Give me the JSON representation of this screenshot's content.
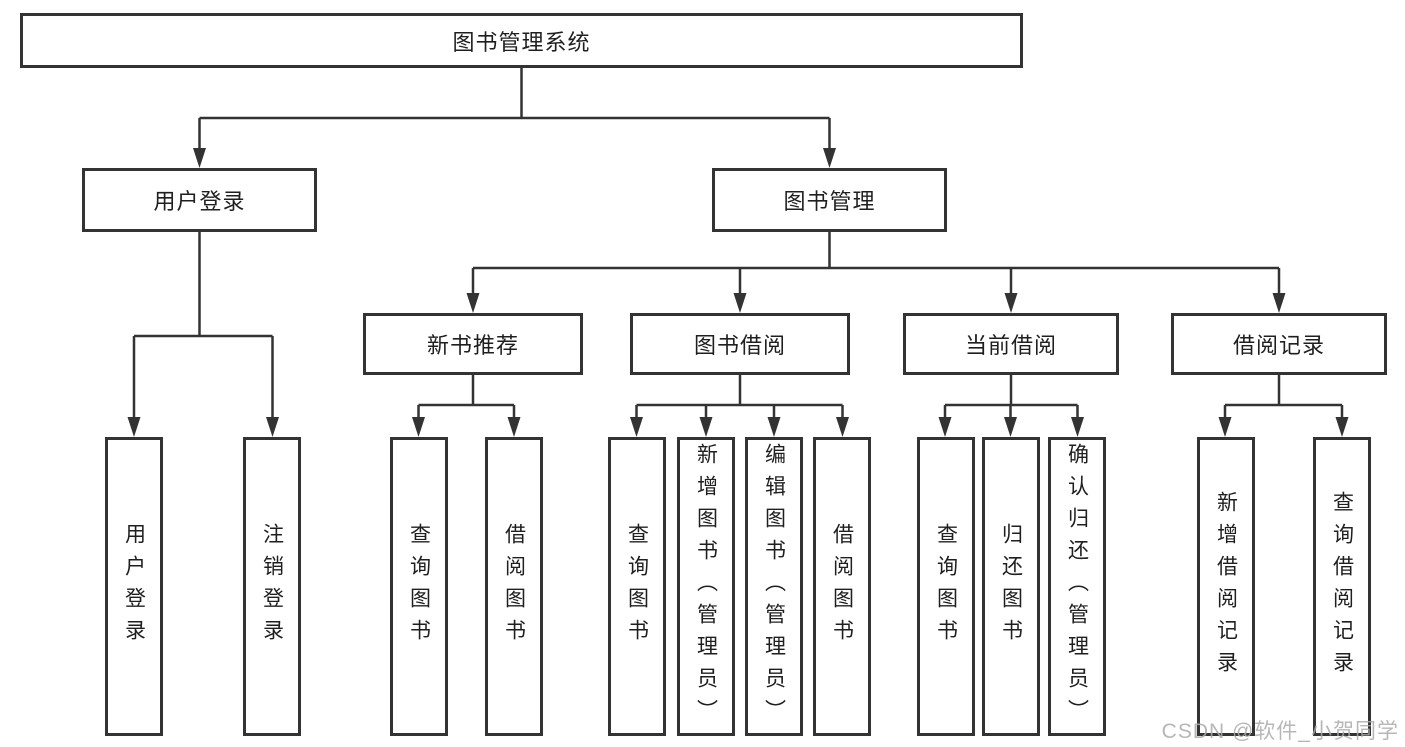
{
  "colors": {
    "line": "#333333",
    "box_border": "#333333",
    "box_background": "#ffffff",
    "text": "#1f1f1f",
    "watermark": "#aaaaaa"
  },
  "nodes": {
    "root": "图书管理系统",
    "user_login": "用户登录",
    "book_mgmt": "图书管理",
    "new_books": "新书推荐",
    "book_borrow": "图书借阅",
    "current_borrow": "当前借阅",
    "borrow_records": "借阅记录"
  },
  "leaves": {
    "user_login": [
      "用户登录",
      "注销登录"
    ],
    "new_books": [
      "查询图书",
      "借阅图书"
    ],
    "book_borrow": [
      "查询图书",
      "新增图书（管理员）",
      "编辑图书（管理员）",
      "借阅图书"
    ],
    "current_borrow": [
      "查询图书",
      "归还图书",
      "确认归还（管理员）"
    ],
    "borrow_records": [
      "新增借阅记录",
      "查询借阅记录"
    ]
  },
  "watermark": "CSDN @软件_小贺同学"
}
